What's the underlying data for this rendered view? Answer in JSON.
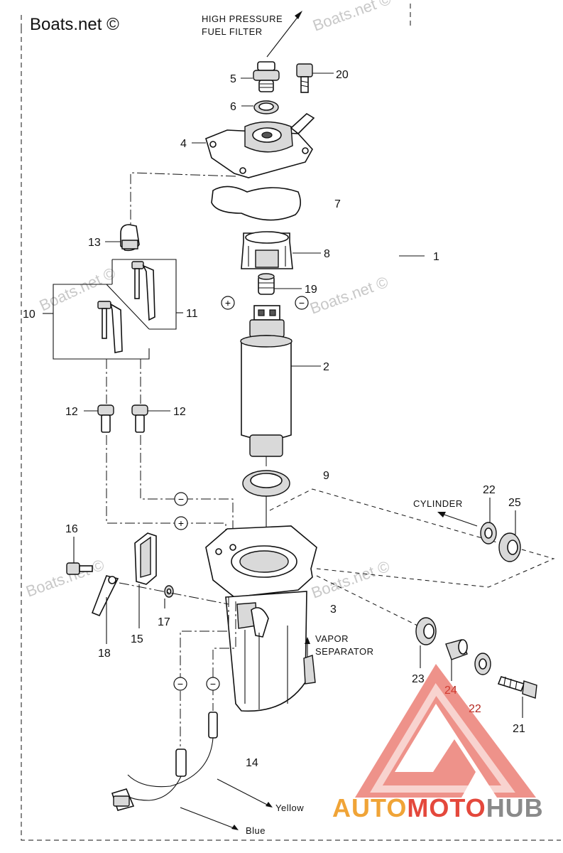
{
  "watermark": {
    "site": "Boats.net ©",
    "site_corner": "Boats.net ©"
  },
  "notes": {
    "high_pressure_1": "HIGH PRESSURE",
    "high_pressure_2": "FUEL  FILTER",
    "cylinder": "CYLINDER",
    "vapor_1": "VAPOR",
    "vapor_2": "SEPARATOR",
    "yellow": "Yellow",
    "blue": "Blue"
  },
  "polarity": {
    "plus": "+",
    "minus": "−"
  },
  "parts": {
    "p1": "1",
    "p2": "2",
    "p3": "3",
    "p4": "4",
    "p5": "5",
    "p6": "6",
    "p7": "7",
    "p8": "8",
    "p9": "9",
    "p10": "10",
    "p11": "11",
    "p12a": "12",
    "p12b": "12",
    "p13": "13",
    "p14": "14",
    "p15": "15",
    "p16": "16",
    "p17": "17",
    "p18": "18",
    "p19": "19",
    "p20": "20",
    "p21": "21",
    "p22a": "22",
    "p22b": "22",
    "p23": "23",
    "p24": "24",
    "p25": "25"
  },
  "logo": {
    "part1": "AUTO",
    "part2": "MOTO",
    "part3": "HUB",
    "colors": {
      "auto": "#f0a437",
      "moto": "#e4483c",
      "hub": "#8a8a8a",
      "triangle": "#e4483c"
    }
  }
}
